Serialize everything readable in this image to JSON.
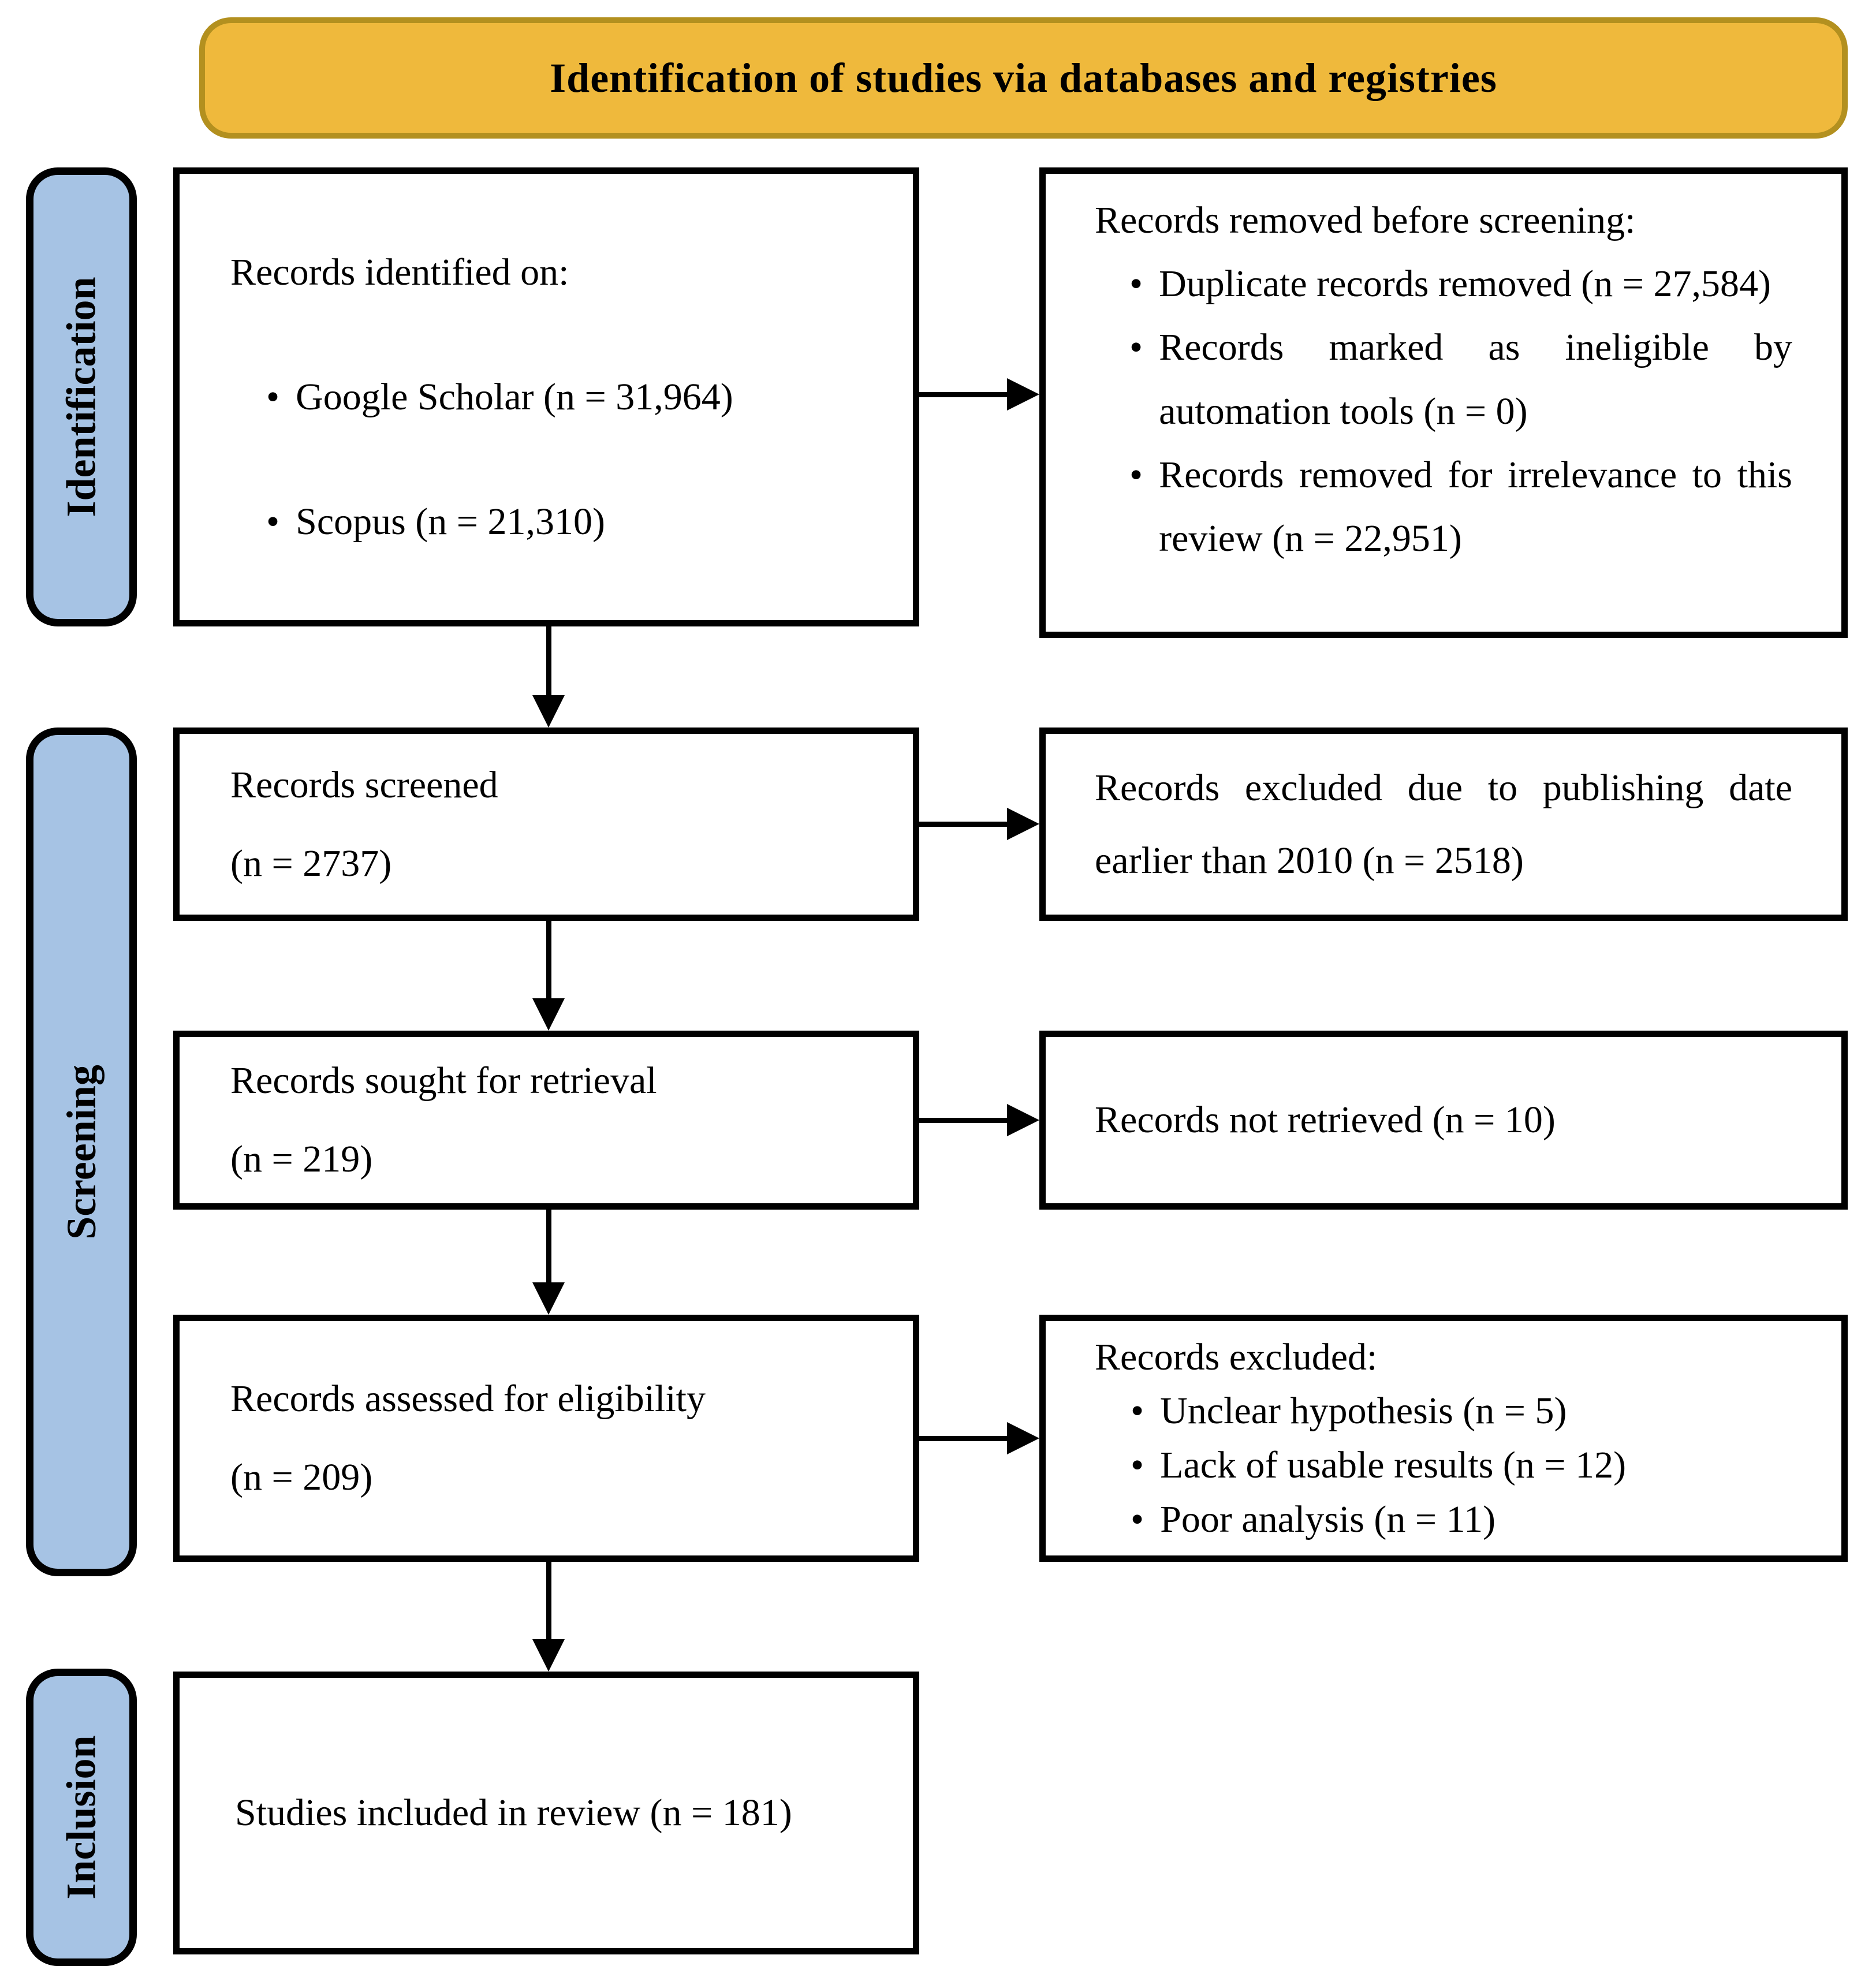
{
  "banner": {
    "title": "Identification of studies via databases and registries"
  },
  "stages": [
    {
      "label": "Identification"
    },
    {
      "label": "Screening"
    },
    {
      "label": "Inclusion"
    }
  ],
  "bullet_char": "•",
  "boxes": {
    "identified": {
      "heading": "Records identified on:",
      "bullets": [
        "Google Scholar (n = 31,964)",
        "Scopus (n = 21,310)"
      ]
    },
    "removed": {
      "heading": "Records removed before screening:",
      "bullets": [
        "Duplicate records removed (n = 27,584)",
        "Records marked as ineligible by automation tools (n = 0)",
        "Records removed for irrelevance to this review (n = 22,951)"
      ]
    },
    "screened": {
      "line1": "Records screened",
      "line2": "(n = 2737)"
    },
    "excluded_date": {
      "text": "Records excluded due to publishing date earlier than 2010 (n = 2518)"
    },
    "sought": {
      "line1": "Records sought for retrieval",
      "line2": "(n = 219)"
    },
    "not_retrieved": {
      "text": "Records not retrieved (n = 10)"
    },
    "assessed": {
      "line1": "Records assessed for eligibility",
      "line2": "(n = 209)"
    },
    "excluded_reasons": {
      "heading": "Records excluded:",
      "bullets": [
        "Unclear hypothesis (n = 5)",
        "Lack of usable results (n = 12)",
        "Poor analysis (n = 11)"
      ]
    },
    "included": {
      "text": "Studies included in review (n = 181)"
    }
  },
  "colors": {
    "banner_fill": "#EFB93C",
    "banner_border": "#B3901F",
    "stage_fill": "#A6C3E4",
    "line": "#000000"
  }
}
